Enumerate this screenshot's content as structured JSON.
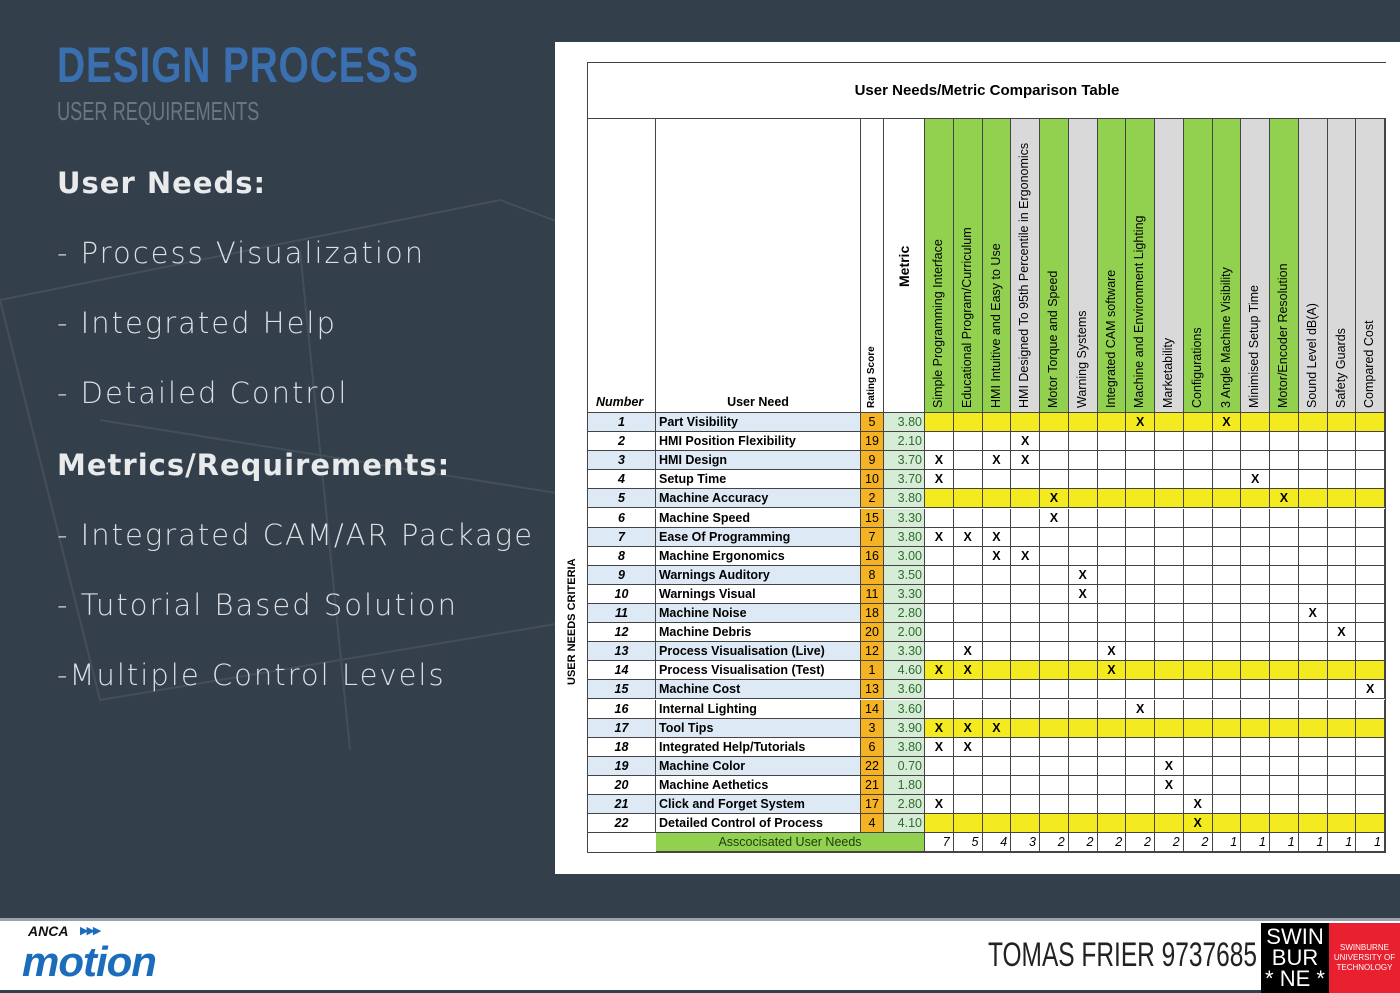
{
  "left": {
    "title": "DESIGN PROCESS",
    "subtitle": "USER REQUIREMENTS",
    "needs_heading": "User Needs:",
    "needs": [
      "- Process Visualization",
      "- Integrated Help",
      "- Detailed Control"
    ],
    "metrics_heading": "Metrics/Requirements:",
    "metrics": [
      "- Integrated CAM/AR Package",
      "- Tutorial Based Solution",
      "-Multiple Control Levels"
    ]
  },
  "table": {
    "title": "User Needs/Metric Comparison Table",
    "col_number": "Number",
    "col_need": "User Need",
    "col_rating": "Rating Score",
    "col_metric": "Metric",
    "side_label": "USER NEEDS CRITERIA",
    "footer_label": "Asscocisated User Needs",
    "metrics": [
      {
        "name": "Simple Programming Interface",
        "color": "#92d050",
        "count": "7"
      },
      {
        "name": "Educational Program/Curriculum",
        "color": "#92d050",
        "count": "5"
      },
      {
        "name": "HMI Intuitive and Easy to Use",
        "color": "#92d050",
        "count": "4"
      },
      {
        "name": "HMI Designed To 95th Percentile in Ergonomics",
        "color": "#d9d9d9",
        "count": "3"
      },
      {
        "name": "Motor Torque and Speed",
        "color": "#92d050",
        "count": "2"
      },
      {
        "name": "Warning Systems",
        "color": "#d9d9d9",
        "count": "2"
      },
      {
        "name": "Integrated CAM software",
        "color": "#92d050",
        "count": "2"
      },
      {
        "name": "Machine and Environment Lighting",
        "color": "#92d050",
        "count": "2"
      },
      {
        "name": "Marketability",
        "color": "#d9d9d9",
        "count": "2"
      },
      {
        "name": "Configurations",
        "color": "#92d050",
        "count": "2"
      },
      {
        "name": "3 Angle Machine Visibility",
        "color": "#92d050",
        "count": "1"
      },
      {
        "name": "Minimised Setup Time",
        "color": "#d9d9d9",
        "count": "1"
      },
      {
        "name": "Motor/Encoder Resolution",
        "color": "#92d050",
        "count": "1"
      },
      {
        "name": "Sound Level dB(A)",
        "color": "#d9d9d9",
        "count": "1"
      },
      {
        "name": "Safety Guards",
        "color": "#d9d9d9",
        "count": "1"
      },
      {
        "name": "Compared Cost",
        "color": "#d9d9d9",
        "count": "1"
      }
    ],
    "mark": "X",
    "rows": [
      {
        "num": "1",
        "need": "Part Visibility",
        "rank": "5",
        "score": "3.80",
        "hl": true,
        "x": [
          8,
          11
        ]
      },
      {
        "num": "2",
        "need": "HMI Position Flexibility",
        "rank": "19",
        "score": "2.10",
        "hl": false,
        "x": [
          4
        ]
      },
      {
        "num": "3",
        "need": "HMI Design",
        "rank": "9",
        "score": "3.70",
        "hl": false,
        "x": [
          1,
          3,
          4
        ]
      },
      {
        "num": "4",
        "need": "Setup Time",
        "rank": "10",
        "score": "3.70",
        "hl": false,
        "x": [
          1,
          12
        ]
      },
      {
        "num": "5",
        "need": "Machine Accuracy",
        "rank": "2",
        "score": "3.80",
        "hl": true,
        "x": [
          5,
          13
        ]
      },
      {
        "num": "6",
        "need": "Machine Speed",
        "rank": "15",
        "score": "3.30",
        "hl": false,
        "x": [
          5
        ]
      },
      {
        "num": "7",
        "need": "Ease Of Programming",
        "rank": "7",
        "score": "3.80",
        "hl": false,
        "x": [
          1,
          2,
          3
        ]
      },
      {
        "num": "8",
        "need": "Machine Ergonomics",
        "rank": "16",
        "score": "3.00",
        "hl": false,
        "x": [
          3,
          4
        ]
      },
      {
        "num": "9",
        "need": "Warnings Auditory",
        "rank": "8",
        "score": "3.50",
        "hl": false,
        "x": [
          6
        ]
      },
      {
        "num": "10",
        "need": "Warnings Visual",
        "rank": "11",
        "score": "3.30",
        "hl": false,
        "x": [
          6
        ]
      },
      {
        "num": "11",
        "need": "Machine Noise",
        "rank": "18",
        "score": "2.80",
        "hl": false,
        "x": [
          14
        ]
      },
      {
        "num": "12",
        "need": "Machine Debris",
        "rank": "20",
        "score": "2.00",
        "hl": false,
        "x": [
          15
        ]
      },
      {
        "num": "13",
        "need": "Process Visualisation (Live)",
        "rank": "12",
        "score": "3.30",
        "hl": false,
        "x": [
          2,
          7
        ]
      },
      {
        "num": "14",
        "need": "Process Visualisation (Test)",
        "rank": "1",
        "score": "4.60",
        "hl": true,
        "x": [
          1,
          2,
          7
        ]
      },
      {
        "num": "15",
        "need": "Machine Cost",
        "rank": "13",
        "score": "3.60",
        "hl": false,
        "x": [
          16
        ]
      },
      {
        "num": "16",
        "need": "Internal Lighting",
        "rank": "14",
        "score": "3.60",
        "hl": false,
        "x": [
          8
        ]
      },
      {
        "num": "17",
        "need": "Tool Tips",
        "rank": "3",
        "score": "3.90",
        "hl": true,
        "x": [
          1,
          2,
          3
        ]
      },
      {
        "num": "18",
        "need": "Integrated Help/Tutorials",
        "rank": "6",
        "score": "3.80",
        "hl": false,
        "x": [
          1,
          2
        ]
      },
      {
        "num": "19",
        "need": "Machine Color",
        "rank": "22",
        "score": "0.70",
        "hl": false,
        "x": [
          9
        ]
      },
      {
        "num": "20",
        "need": "Machine Aethetics",
        "rank": "21",
        "score": "1.80",
        "hl": false,
        "x": [
          9
        ]
      },
      {
        "num": "21",
        "need": "Click and Forget System",
        "rank": "17",
        "score": "2.80",
        "hl": false,
        "x": [
          1,
          10
        ]
      },
      {
        "num": "22",
        "need": "Detailed Control of Process",
        "rank": "4",
        "score": "4.10",
        "hl": true,
        "x": [
          10
        ]
      }
    ]
  },
  "footer": {
    "author": "TOMAS FRIER 9737685",
    "anca": "ANCA",
    "motion": "motion",
    "swin": [
      "SWIN",
      "BUR",
      "* NE *"
    ],
    "swin_sub": "SWINBURNE UNIVERSITY OF TECHNOLOGY"
  }
}
